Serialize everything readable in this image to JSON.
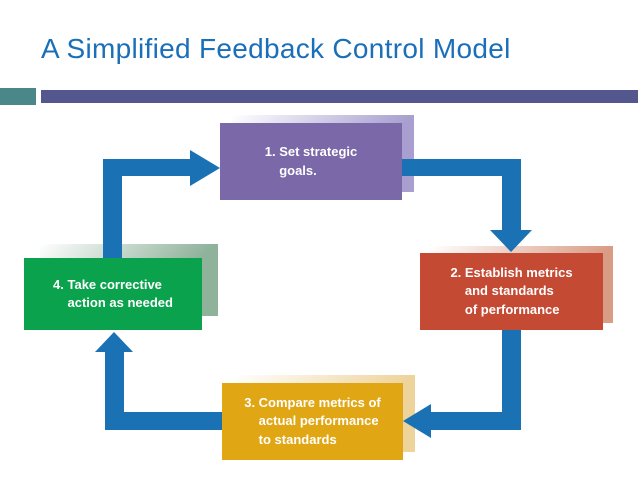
{
  "slide": {
    "title": "A Simplified Feedback Control Model",
    "title_color": "#1b6fb8",
    "background": "#ffffff",
    "accent_square_color": "#4a8788",
    "accent_bar_color": "#54578e"
  },
  "diagram": {
    "arrow_color": "#1a71b3",
    "flow": "1 → 2 → 3 → 4 → 1",
    "boxes": [
      {
        "step": 1,
        "label": "1. Set strategic\n    goals.",
        "color": "#7a68a8",
        "shadow": "#a89fd0"
      },
      {
        "step": 2,
        "label": "2. Establish metrics\n    and standards\n    of performance",
        "color": "#c44a33",
        "shadow": "#d99c85"
      },
      {
        "step": 3,
        "label": "3. Compare metrics of\n    actual performance\n    to standards",
        "color": "#e0a614",
        "shadow": "#eed39a"
      },
      {
        "step": 4,
        "label": "4. Take corrective\n    action as needed",
        "color": "#0aa24c",
        "shadow": "#8fb29b"
      }
    ]
  }
}
